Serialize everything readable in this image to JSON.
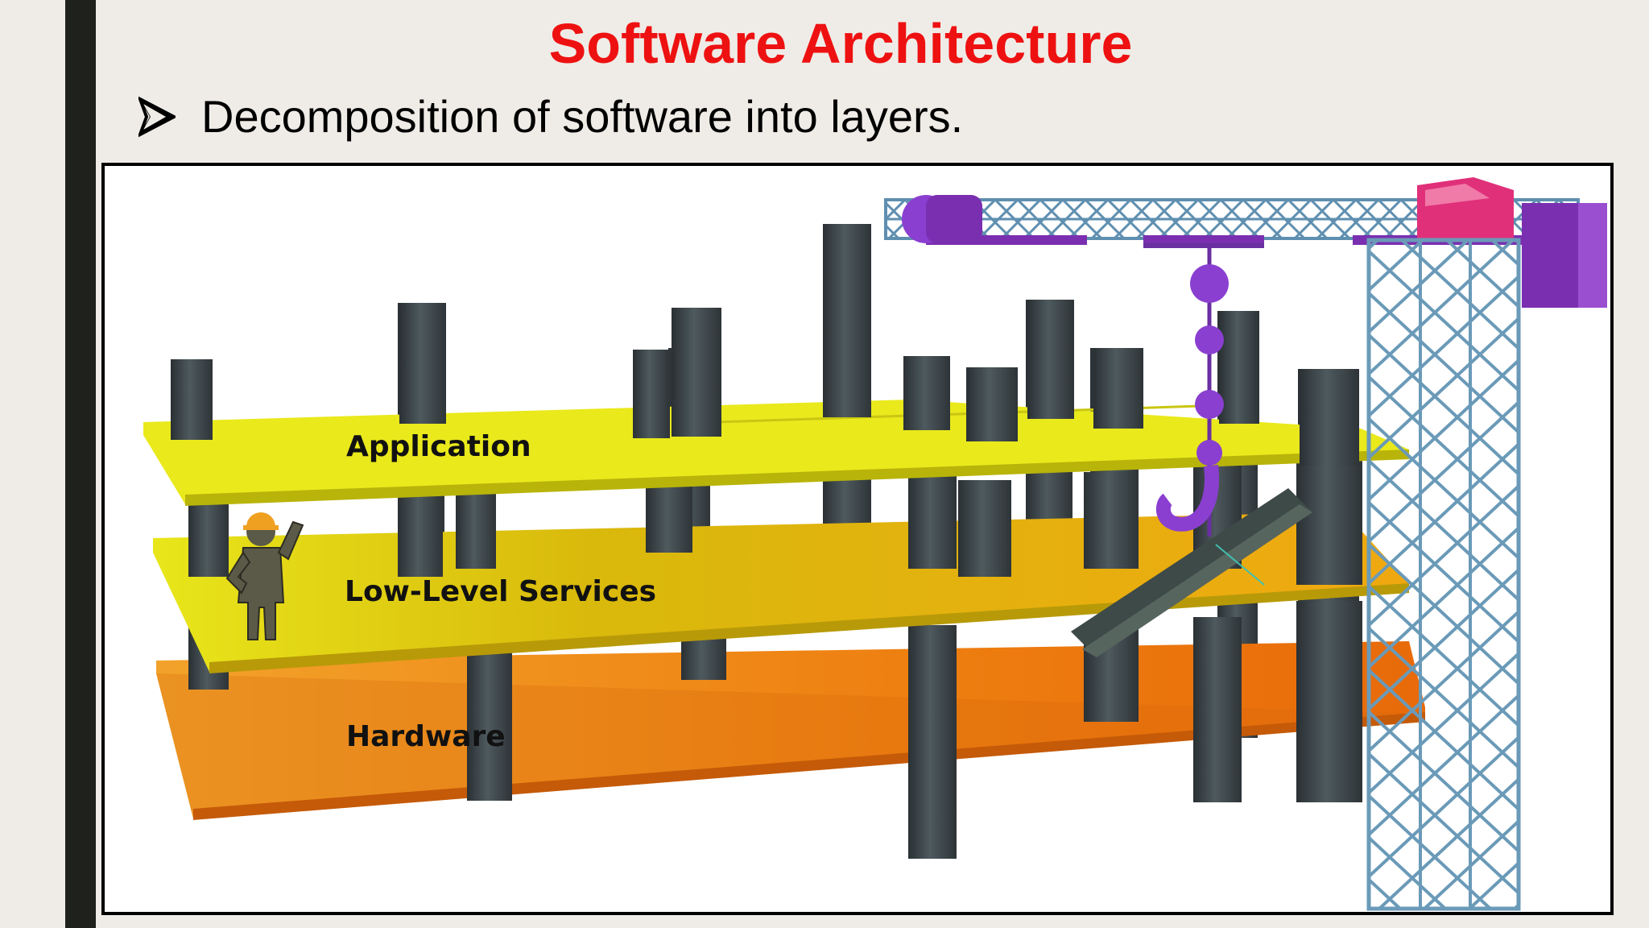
{
  "slide": {
    "title": "Software Architecture",
    "bullet": {
      "icon": "arrowhead-bullet-icon",
      "text": "Decomposition of software into layers."
    }
  },
  "figure": {
    "layers": [
      {
        "label": "Application",
        "color": "#e8e81c"
      },
      {
        "label": "Low-Level Services",
        "color": "#e0c814"
      },
      {
        "label": "Hardware",
        "color": "#ef8a12"
      }
    ],
    "colors": {
      "title": "#ee1111",
      "pillar": "#3d4448",
      "crane": "#5f8fb0",
      "crane_accent": "#7a2fb0",
      "cab": "#e0307a",
      "worker": "#5b5a48",
      "hard_hat": "#f0a020"
    },
    "icons": [
      "worker-icon",
      "crane-icon",
      "hook-icon",
      "steel-beam-icon"
    ]
  }
}
